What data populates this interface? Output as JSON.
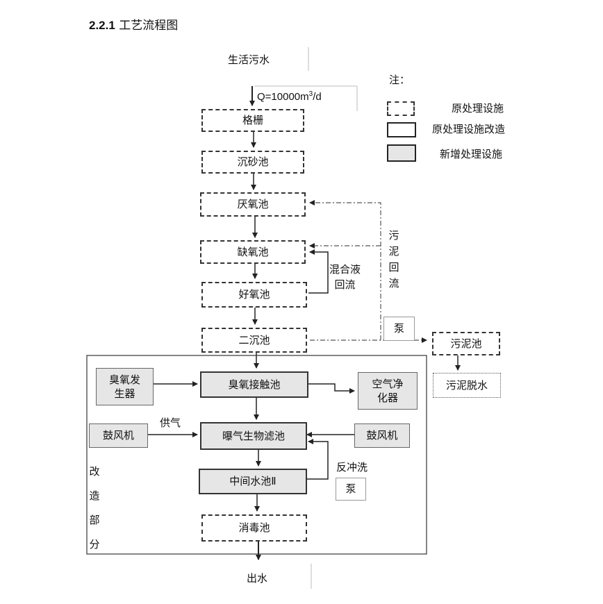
{
  "heading": {
    "number": "2.2.1",
    "title": "工艺流程图"
  },
  "flow": {
    "source": "生活污水",
    "flow_rate": "Q=10000m",
    "flow_rate_sup": "3",
    "flow_rate_unit": "/d",
    "grille": "格栅",
    "grit": "沉砂池",
    "anaerobic": "厌氧池",
    "anoxic": "缺氧池",
    "aerobic": "好氧池",
    "secondary": "二沉池",
    "ozone_gen": "臭氧发生器",
    "ozone_contact": "臭氧接触池",
    "air_purifier": "空气净化器",
    "blower_left": "鼓风机",
    "blower_right": "鼓风机",
    "air_supply": "供气",
    "baf": "曝气生物滤池",
    "middle_tank": "中间水池Ⅱ",
    "disinfect": "消毒池",
    "outlet": "出水",
    "backwash": "反冲洗",
    "pump_backwash": "泵",
    "pump_sludge": "泵",
    "mixed_return": [
      "混合液",
      "回流"
    ],
    "sludge_return": [
      "污",
      "泥",
      "回",
      "流"
    ],
    "sludge_tank": "污泥池",
    "dewater": "污泥脱水",
    "retrofit_zone": [
      "改",
      "造",
      "部",
      "分"
    ]
  },
  "legend": {
    "title": "注：",
    "original": "原处理设施",
    "modified": "原处理设施改造",
    "new": "新增处理设施"
  }
}
